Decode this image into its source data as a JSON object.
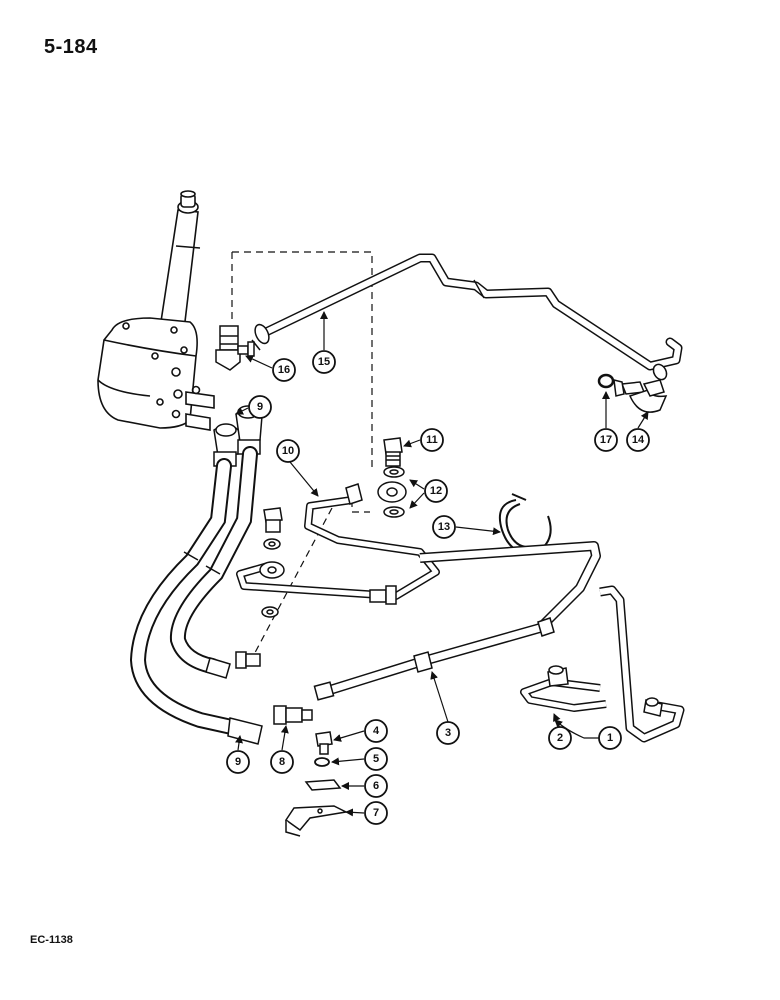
{
  "page_number": "5-184",
  "document_code": "EC-1138",
  "callouts": {
    "c1": "1",
    "c2": "2",
    "c3": "3",
    "c4": "4",
    "c5": "5",
    "c6": "6",
    "c7": "7",
    "c8": "8",
    "c9a": "9",
    "c9b": "9",
    "c10": "10",
    "c11": "11",
    "c12": "12",
    "c13": "13",
    "c14": "14",
    "c15": "15",
    "c16": "16",
    "c17": "17"
  }
}
